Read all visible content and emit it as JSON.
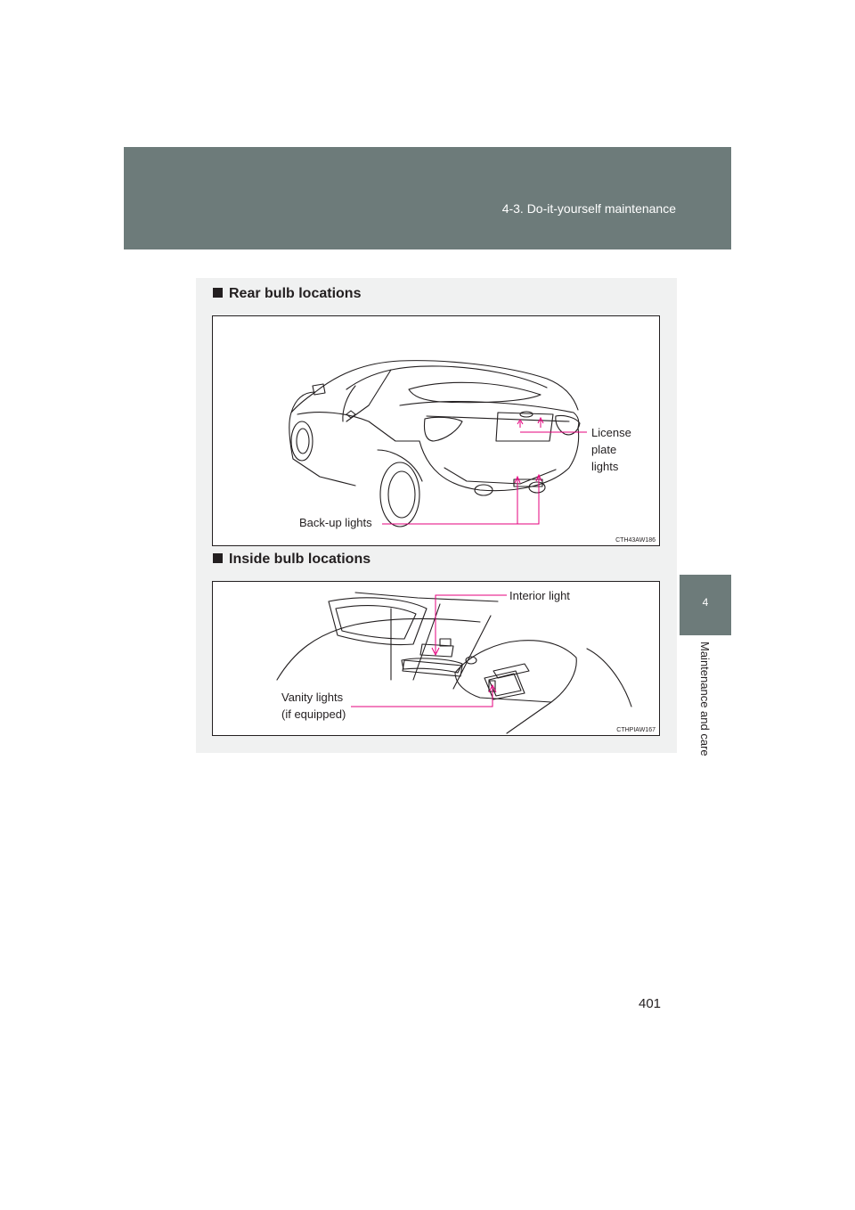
{
  "header": {
    "section": "4-3. Do-it-yourself maintenance"
  },
  "side_tab": {
    "number": "4",
    "label": "Maintenance and care"
  },
  "rear": {
    "heading": "Rear bulb locations",
    "callouts": {
      "license_line1": "License",
      "license_line2": "plate",
      "license_line3": "lights",
      "backup": "Back-up lights"
    },
    "code": "CTH43AW186"
  },
  "inside": {
    "heading": "Inside bulb locations",
    "callouts": {
      "interior": "Interior light",
      "vanity_line1": "Vanity lights",
      "vanity_line2": "(if equipped)"
    },
    "code": "CTHPIAW167"
  },
  "page_number": "401",
  "colors": {
    "header_bg": "#6d7b7a",
    "panel_bg": "#f0f1f1",
    "callout_line": "#e6007e"
  }
}
